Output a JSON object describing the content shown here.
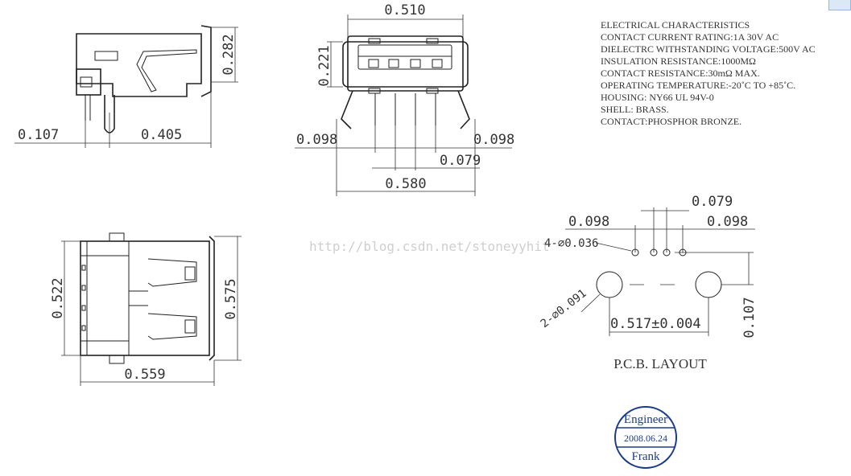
{
  "side_view": {
    "dim_height": "0.282",
    "dim_left": "0.107",
    "dim_right": "0.405"
  },
  "front_view": {
    "dim_top": "0.510",
    "dim_height": "0.221",
    "dim_left_pitch": "0.098",
    "dim_right_pitch": "0.098",
    "dim_center": "0.079",
    "dim_overall": "0.580"
  },
  "top_view": {
    "dim_left_height": "0.522",
    "dim_right_height": "0.575",
    "dim_length": "0.559"
  },
  "specs": {
    "title": "ELECTRICAL CHARACTERISTICS",
    "lines": [
      "CONTACT CURRENT RATING:1A 30V AC",
      "DIELECTRC WITHSTANDING VOLTAGE:500V AC",
      "INSULATION RESISTANCE:1000MΩ",
      "CONTACT RESISTANCE:30mΩ MAX.",
      "OPERATING TEMPERATURE:-20˚C TO +85˚C.",
      "HOUSING: NY66 UL 94V-0",
      "SHELL: BRASS.",
      "CONTACT:PHOSPHOR  BRONZE."
    ]
  },
  "pcb": {
    "dim_center": "0.079",
    "dim_left": "0.098",
    "dim_right": "0.098",
    "hole_small": "4-⌀0.036",
    "hole_large": "2-⌀0.091",
    "span": "0.517±0.004",
    "vertical": "0.107",
    "title": "P.C.B.  LAYOUT"
  },
  "watermark": "http://blog.csdn.net/stoneyyhit",
  "stamp": {
    "role": "Engineer",
    "date": "2008.06.24",
    "name": "Frank",
    "color": "#1a3a8a"
  }
}
